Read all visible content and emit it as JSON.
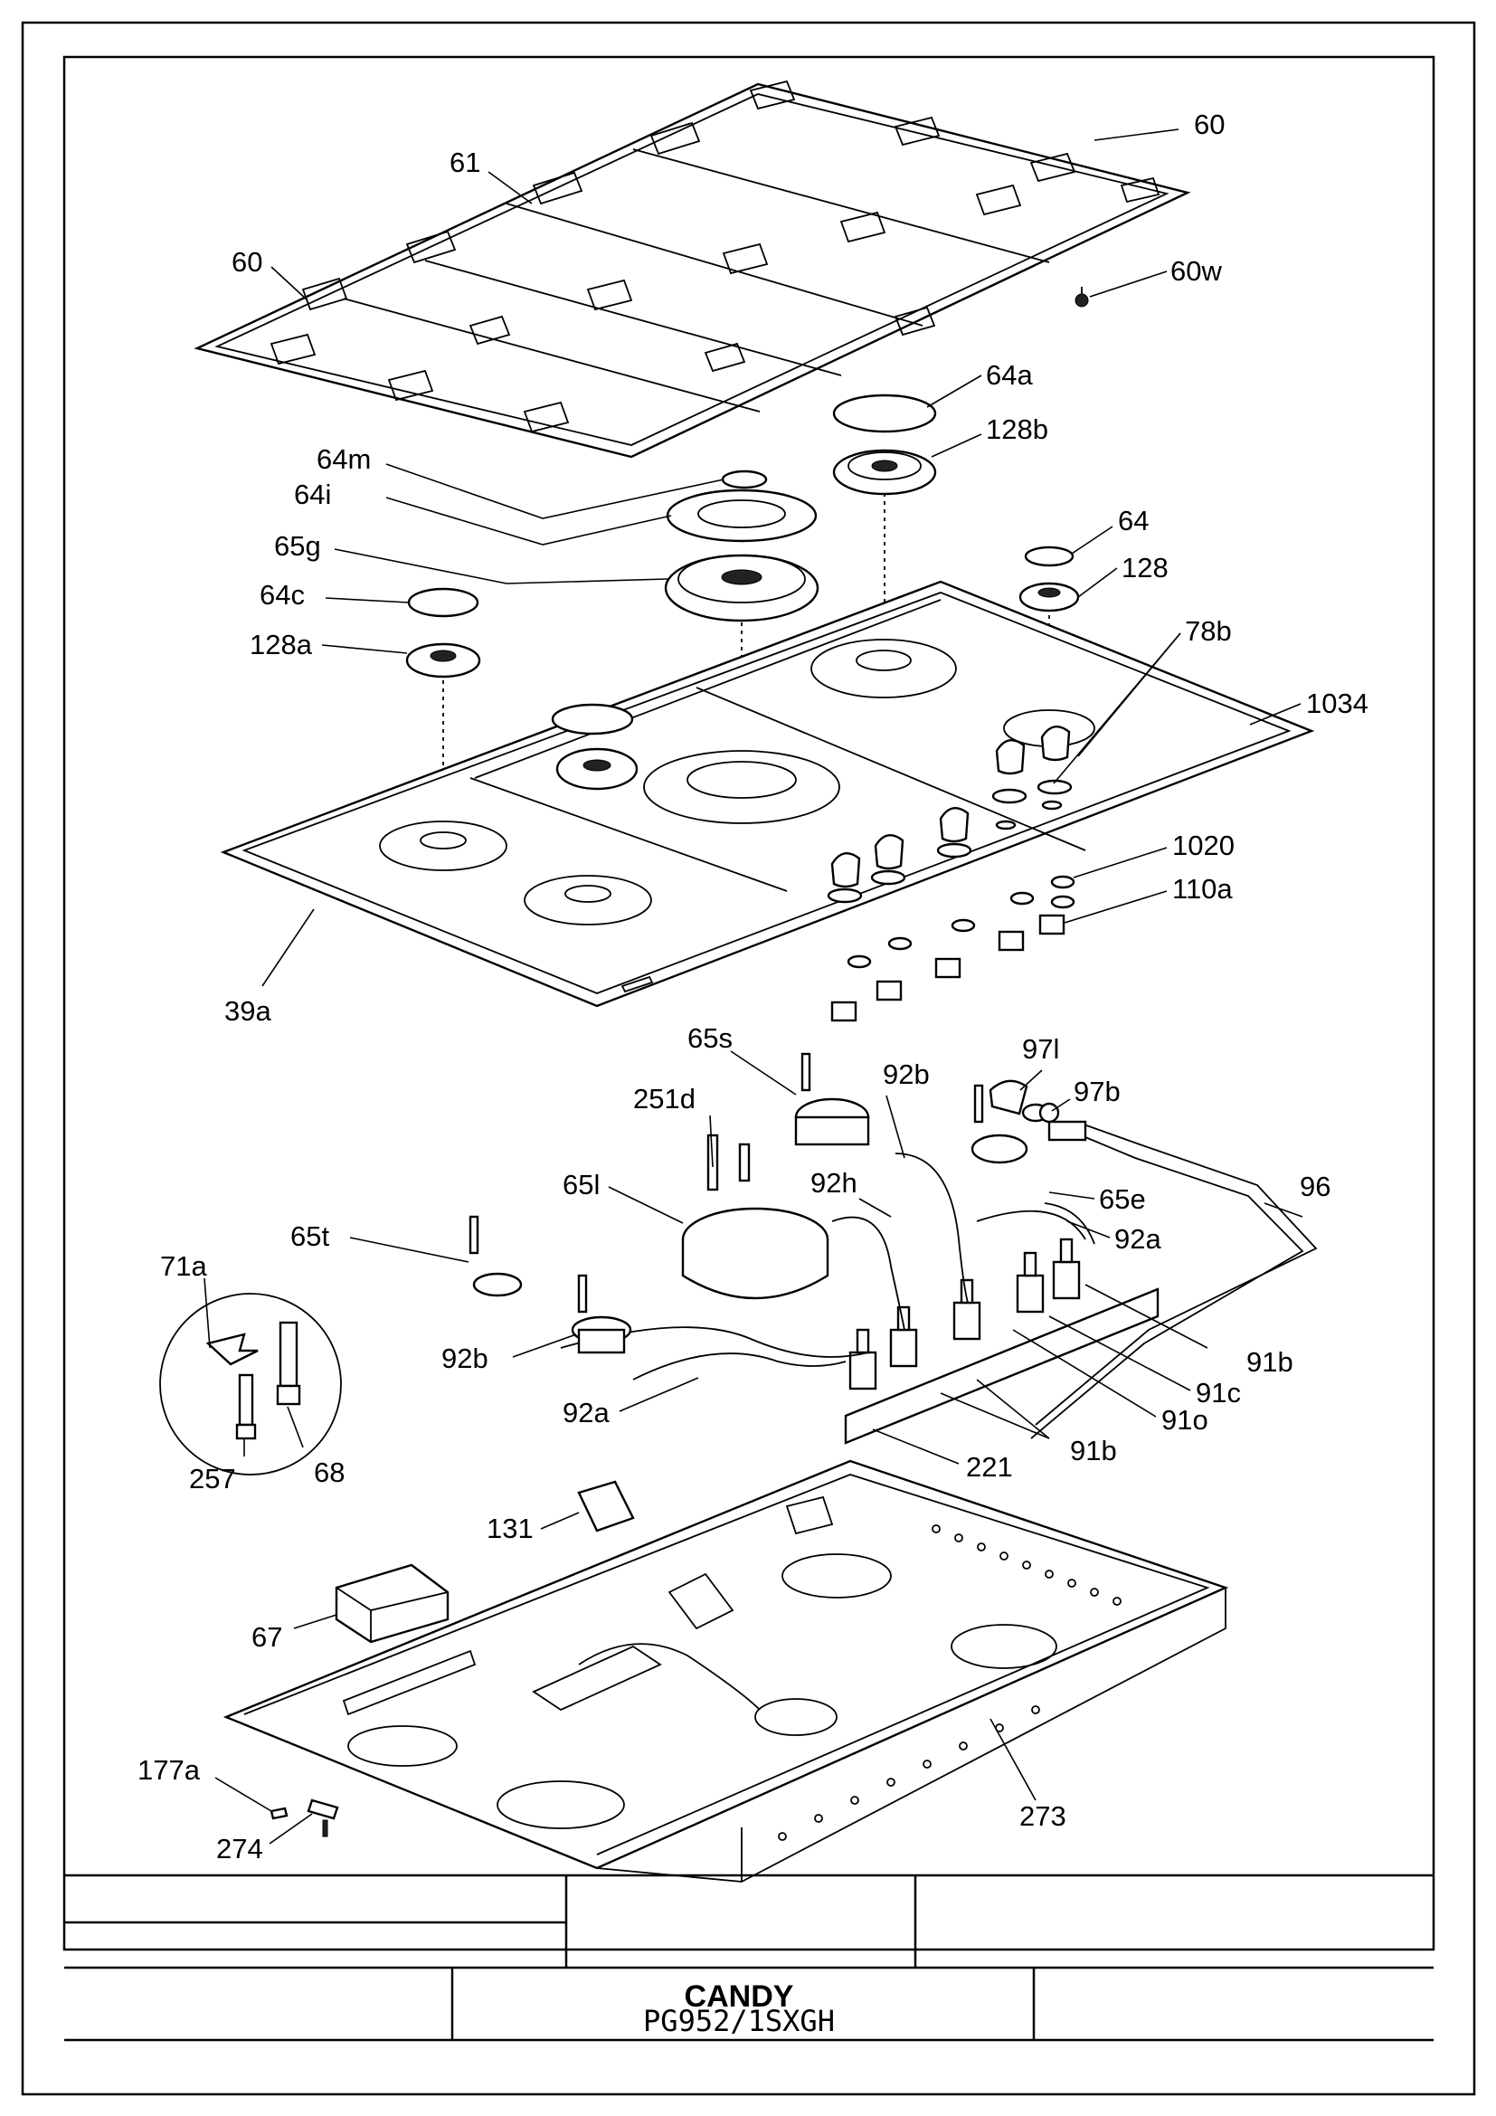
{
  "diagram": {
    "part_labels": [
      "60",
      "61",
      "60",
      "60w",
      "64a",
      "128b",
      "64m",
      "64i",
      "64",
      "65g",
      "128",
      "64c",
      "128a",
      "78b",
      "1034",
      "1020",
      "110a",
      "39a",
      "65s",
      "97l",
      "92b",
      "97b",
      "251d",
      "96",
      "65l",
      "92h",
      "65e",
      "65t",
      "92a",
      "71a",
      "91b",
      "92b",
      "91c",
      "92a",
      "91o",
      "257",
      "68",
      "91b",
      "221",
      "131",
      "67",
      "177a",
      "273",
      "274"
    ]
  },
  "title_block": {
    "brand": "CANDY",
    "model": "PG952/1SXGH"
  }
}
